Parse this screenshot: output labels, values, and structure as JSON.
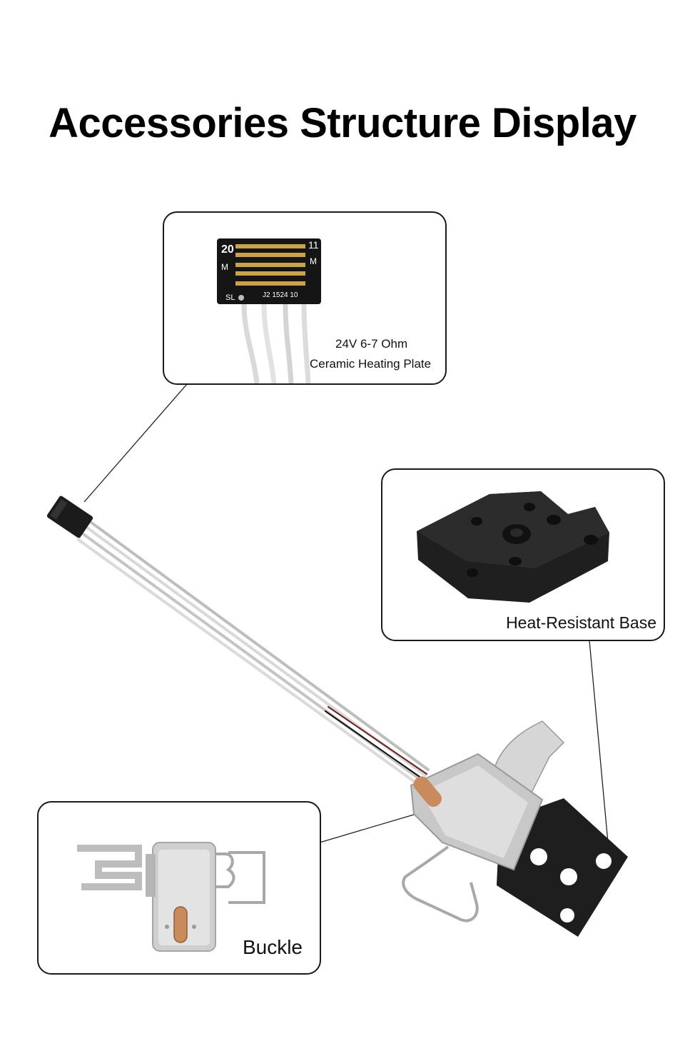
{
  "title": "Accessories Structure Display",
  "callouts": {
    "heating_plate": {
      "line1": "24V 6-7 Ohm",
      "line2": "Ceramic Heating Plate"
    },
    "pcb_markings": {
      "top_left": "20",
      "top_right": "11",
      "left_m": "M",
      "right_m": "M",
      "bottom_left": "SL",
      "bottom_right": "J2 1524 10"
    },
    "base": {
      "label": "Heat-Resistant Base"
    },
    "buckle": {
      "label": "Buckle"
    }
  },
  "colors": {
    "outline": "#1a1a1a",
    "metal": "#c9c9c9",
    "black_part": "#1e1e1e",
    "copper": "#c98a5c"
  },
  "icons": [
    "connector-illustration",
    "base-illustration",
    "buckle-illustration",
    "assembly-illustration"
  ]
}
